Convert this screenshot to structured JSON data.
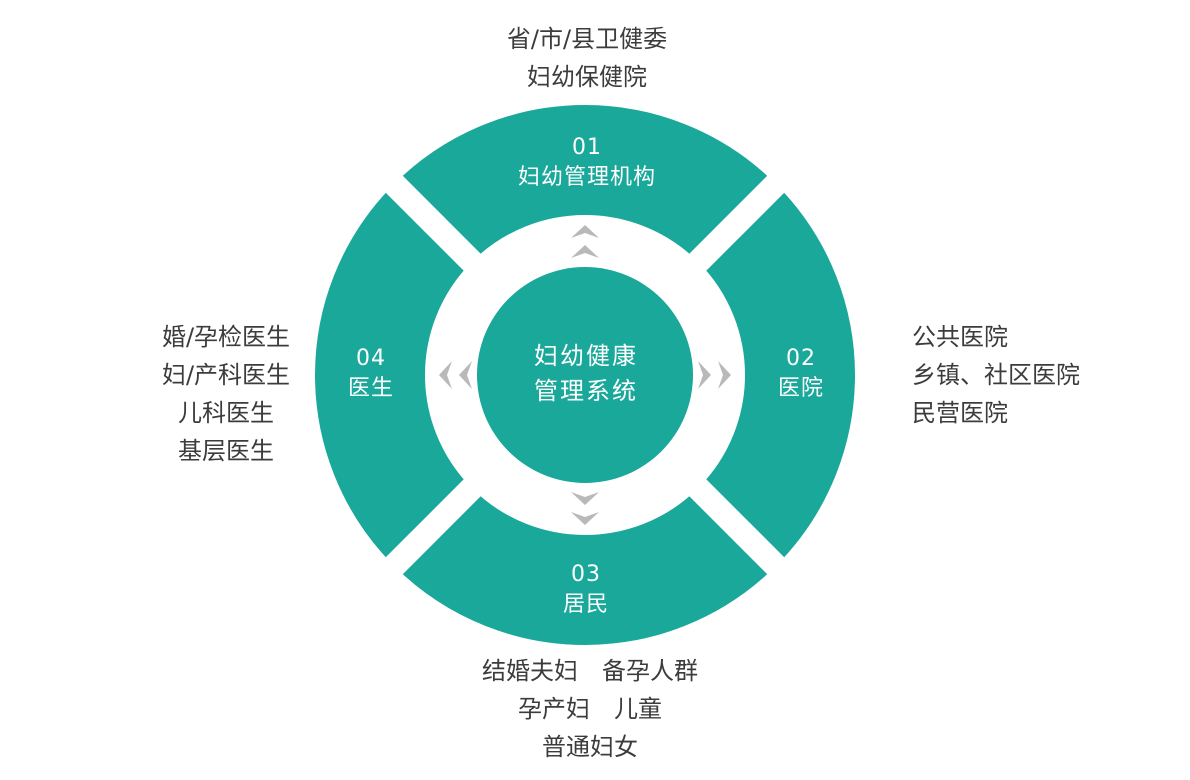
{
  "colors": {
    "accent": "#1AA89B",
    "arrow": "#B9B9B9",
    "text": "#3C3C3C"
  },
  "diagram": {
    "center": {
      "line1": "妇幼健康",
      "line2": "管理系统"
    },
    "segments": [
      {
        "number": "01",
        "label": "妇幼管理机构"
      },
      {
        "number": "02",
        "label": "医院"
      },
      {
        "number": "03",
        "label": "居民"
      },
      {
        "number": "04",
        "label": "医生"
      }
    ],
    "annotations": {
      "top": [
        "省/市/县卫健委",
        "妇幼保健院"
      ],
      "right": [
        "公共医院",
        "乡镇、社区医院",
        "民营医院"
      ],
      "left": [
        "婚/孕检医生",
        "妇/产科医生",
        "儿科医生",
        "基层医生"
      ],
      "bottom": [
        "结婚夫妇　备孕人群",
        "孕产妇　儿童",
        "普通妇女"
      ]
    }
  }
}
